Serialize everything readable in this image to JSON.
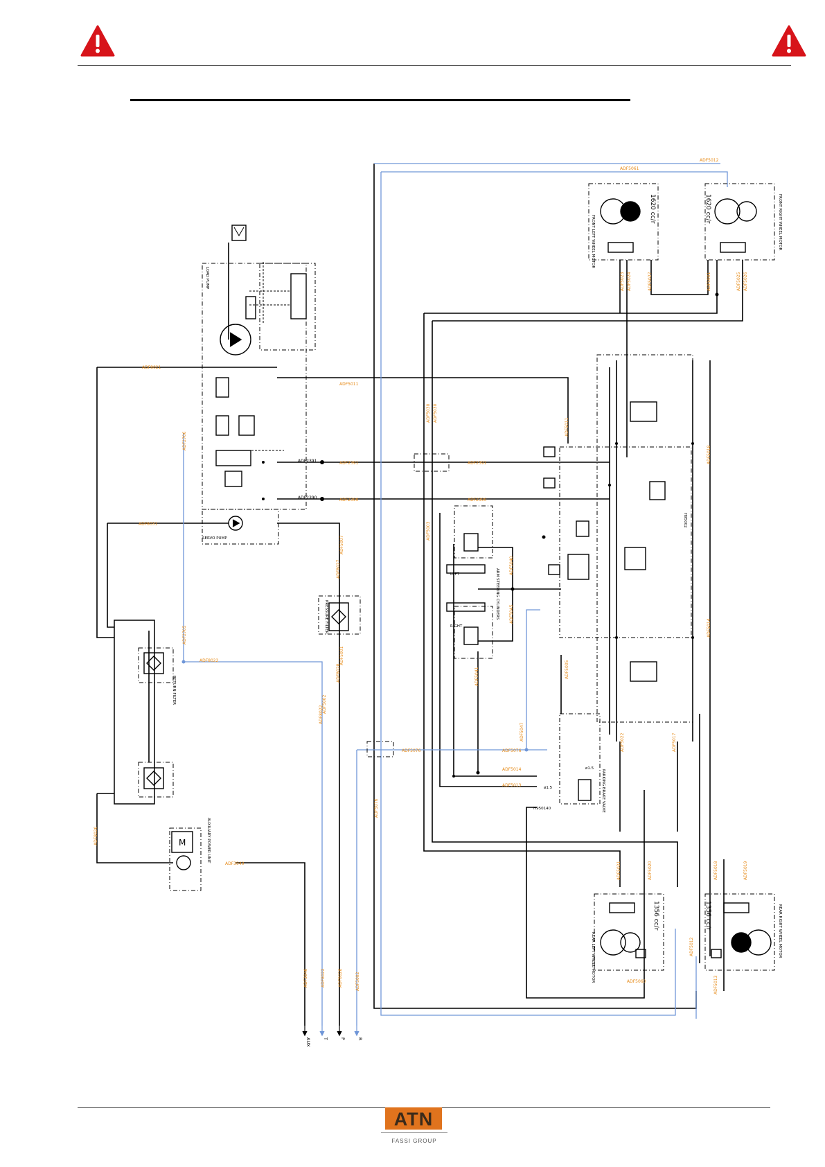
{
  "header": {
    "warning_icon": "warning-triangle-icon",
    "warning_color": "#d7141a"
  },
  "footer": {
    "logo_text": "ATN",
    "logo_subtext": "FASSI GROUP",
    "logo_color": "#e0731d"
  },
  "diagram": {
    "line_color": "#000000",
    "pilot_line_color": "#6f96d8",
    "code_color": "#e68a17",
    "outlets": [
      "AUX",
      "T",
      "P",
      "R"
    ],
    "codes": [
      "ADF2391",
      "ADF2390",
      "ADF8022",
      "ADF3040"
    ]
  }
}
